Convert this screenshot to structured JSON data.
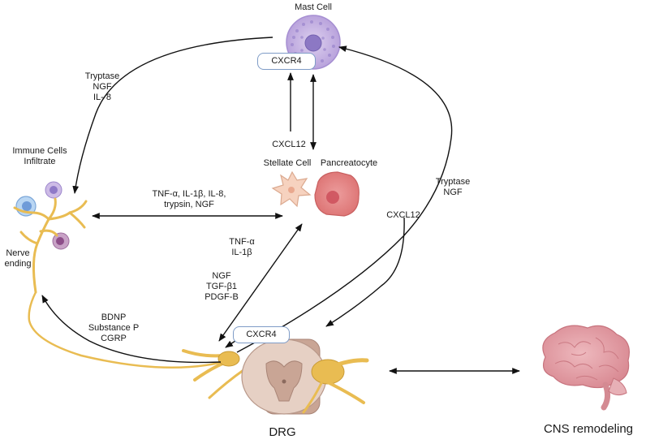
{
  "labels": {
    "mast_cell": "Mast Cell",
    "cxcr4_top": "CXCR4",
    "tryptase_left": [
      "Tryptase",
      "NGF",
      "IL- 8"
    ],
    "immune_cells": [
      "Immune Cells",
      "Infiltrate"
    ],
    "cxcl12_center": "CXCL12",
    "stellate_cell": "Stellate Cell",
    "pancreatocyte": "Pancreatocyte",
    "tryptase_right": [
      "Tryptase",
      "NGF"
    ],
    "tnf_long": [
      "TNF-α, IL-1β, IL-8,",
      "trypsin, NGF"
    ],
    "cxcl12_right": "CXCL12",
    "nerve_ending": [
      "Nerve",
      "ending"
    ],
    "tnf_short": [
      "TNF-α",
      "IL-1β"
    ],
    "growth_factors": [
      "NGF",
      "TGF-β1",
      "PDGF-B"
    ],
    "bdnp_group": [
      "BDNP",
      "Substance P",
      "CGRP"
    ],
    "cxcr4_bottom": "CXCR4",
    "drg": "DRG",
    "cns": "CNS remodeling"
  },
  "colors": {
    "mast_cell": "#c9b6e4",
    "mast_nucleus": "#8c78c4",
    "stellate": "#f6d2bf",
    "pancreatocyte": "#e58484",
    "nerve": "#e9bc52",
    "spinal": "#d8beaf",
    "brain": "#e5a6ad",
    "receptor_border": "#7f9cc7",
    "arrow": "#111111"
  }
}
